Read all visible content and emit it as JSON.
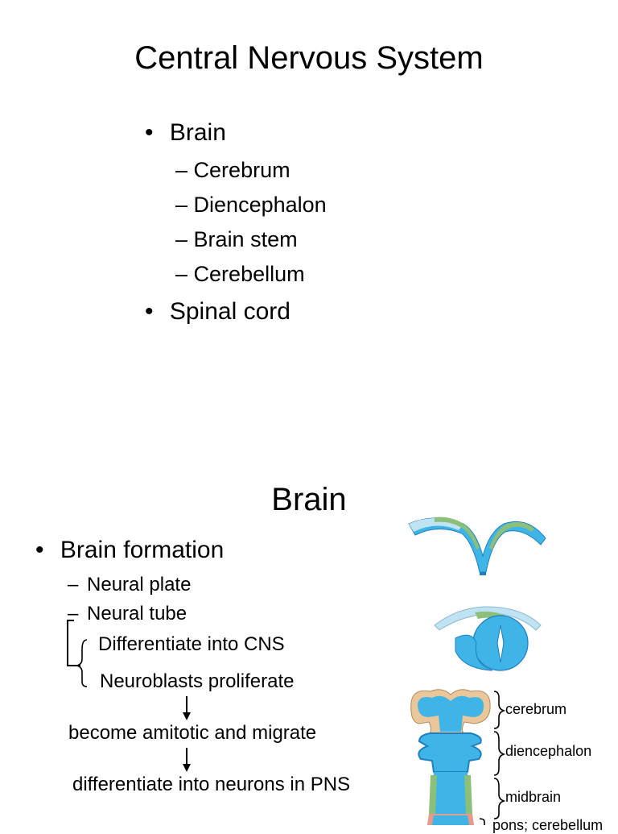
{
  "slide1": {
    "title": "Central Nervous System",
    "bullet_char": "•",
    "dash_char": "–",
    "bullets": [
      {
        "label": "Brain",
        "subs": [
          "Cerebrum",
          "Diencephalon",
          "Brain stem",
          "Cerebellum"
        ]
      },
      {
        "label": "Spinal cord",
        "subs": []
      }
    ]
  },
  "slide2": {
    "title": "Brain",
    "bullet": "Brain formation",
    "subs": [
      "Neural plate",
      "Neural tube"
    ],
    "branch_items": [
      "Differentiate into CNS",
      "Neuroblasts proliferate"
    ],
    "flow_steps": [
      "become amitotic and migrate",
      "differentiate into neurons in PNS"
    ],
    "diagram_labels": [
      "cerebrum",
      "diencephalon",
      "midbrain",
      "pons; cerebellum"
    ],
    "colors": {
      "tube_blue": "#3fb4e6",
      "tube_dark": "#1e7fc0",
      "plate_green": "#8cbf7a",
      "ectoderm_tan": "#e9c79a",
      "sky_light": "#bfe3f2"
    }
  }
}
